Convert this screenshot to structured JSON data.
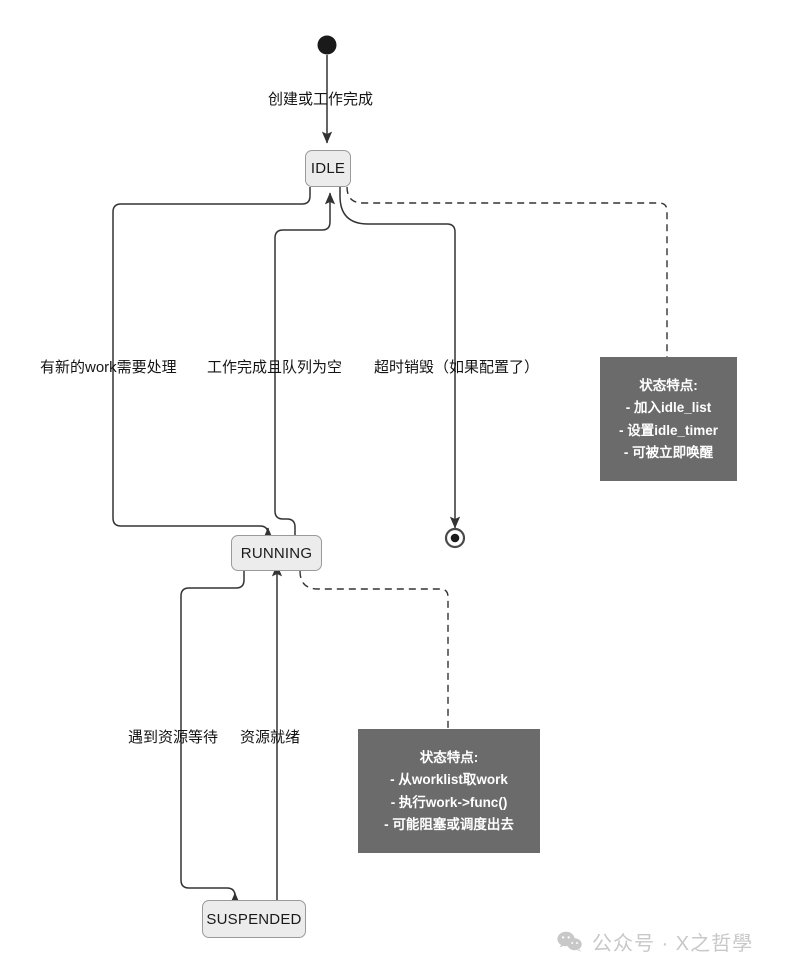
{
  "diagram": {
    "type": "state-machine",
    "title": "",
    "start_node": {
      "name": "start",
      "shape": "filled-circle"
    },
    "end_node": {
      "name": "end",
      "shape": "double-circle"
    },
    "states": [
      {
        "id": "idle",
        "label": "IDLE"
      },
      {
        "id": "running",
        "label": "RUNNING"
      },
      {
        "id": "suspended",
        "label": "SUSPENDED"
      }
    ],
    "transitions": [
      {
        "from": "start",
        "to": "idle",
        "label": "创建或工作完成",
        "style": "solid"
      },
      {
        "from": "idle",
        "to": "running",
        "label": "有新的work需要处理",
        "style": "solid"
      },
      {
        "from": "running",
        "to": "idle",
        "label": "工作完成且队列为空",
        "style": "solid"
      },
      {
        "from": "idle",
        "to": "end",
        "label": "超时销毁（如果配置了）",
        "style": "solid"
      },
      {
        "from": "running",
        "to": "suspended",
        "label": "遇到资源等待",
        "style": "solid"
      },
      {
        "from": "suspended",
        "to": "running",
        "label": "资源就绪",
        "style": "solid"
      }
    ],
    "notes": [
      {
        "id": "note-idle",
        "attached_to": "idle",
        "title": "状态特点:",
        "items": [
          "- 加入idle_list",
          "- 设置idle_timer",
          "- 可被立即唤醒"
        ],
        "background": "#6b6b6b",
        "text_color": "#ffffff",
        "connector": "dashed"
      },
      {
        "id": "note-running",
        "attached_to": "running",
        "title": "状态特点:",
        "items": [
          "- 从worklist取work",
          "- 执行work->func()",
          "- 可能阻塞或调度出去"
        ],
        "background": "#6b6b6b",
        "text_color": "#ffffff",
        "connector": "dashed"
      }
    ],
    "colors": {
      "node_fill": "#ececec",
      "node_border": "#9a9a9a",
      "edge": "#333333",
      "text": "#141414",
      "note_fill": "#6b6b6b",
      "watermark": "#c8c8c8",
      "background": "#ffffff"
    }
  },
  "watermark": {
    "icon": "wechat-icon",
    "text": "公众号 · X之哲學"
  }
}
